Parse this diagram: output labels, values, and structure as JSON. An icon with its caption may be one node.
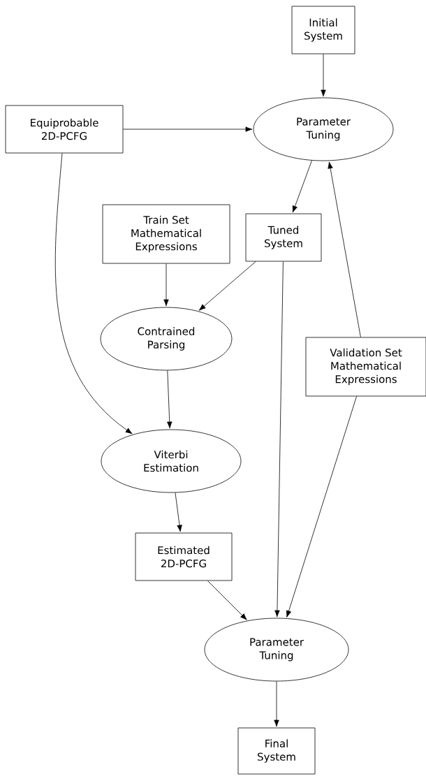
{
  "diagram": {
    "nodes": [
      {
        "text": [
          "Initial System"
        ]
      },
      {
        "text": [
          "Equiprobable 2D-PCFG"
        ]
      },
      {
        "text": [
          "Parameter Tuning"
        ]
      },
      {
        "text": [
          "Train Set Mathematical Expressions"
        ]
      },
      {
        "text": [
          "Tuned System"
        ]
      },
      {
        "text": [
          "Contrained Parsing"
        ]
      },
      {
        "text": [
          "Validation Set Mathematical Expressions"
        ]
      },
      {
        "text": [
          "Viterbi Estimation"
        ]
      },
      {
        "text": [
          "Estimated 2D-PCFG"
        ]
      },
      {
        "text": [
          "Parameter Tuning"
        ]
      },
      {
        "text": [
          "Final System"
        ]
      }
    ],
    "edges": [
      {
        "from": 0,
        "to": 2,
        "arrow": "to"
      },
      {
        "from": 1,
        "to": 2,
        "arrow": "to"
      },
      {
        "from": 2,
        "to": 4,
        "arrow": "to"
      },
      {
        "from": 6,
        "to": 2,
        "arrow": "to"
      },
      {
        "from": 3,
        "to": 5,
        "arrow": "to"
      },
      {
        "from": 4,
        "to": 5,
        "arrow": "to"
      },
      {
        "from": 4,
        "to": 9,
        "arrow": "to"
      },
      {
        "from": 1,
        "to": 7,
        "arrow": "to"
      },
      {
        "from": 5,
        "to": 7,
        "arrow": "to"
      },
      {
        "from": 7,
        "to": 8,
        "arrow": "to"
      },
      {
        "from": 8,
        "to": 9,
        "arrow": "to"
      },
      {
        "from": 6,
        "to": 9,
        "arrow": "to"
      },
      {
        "from": 9,
        "to": 10,
        "arrow": "to"
      }
    ]
  }
}
